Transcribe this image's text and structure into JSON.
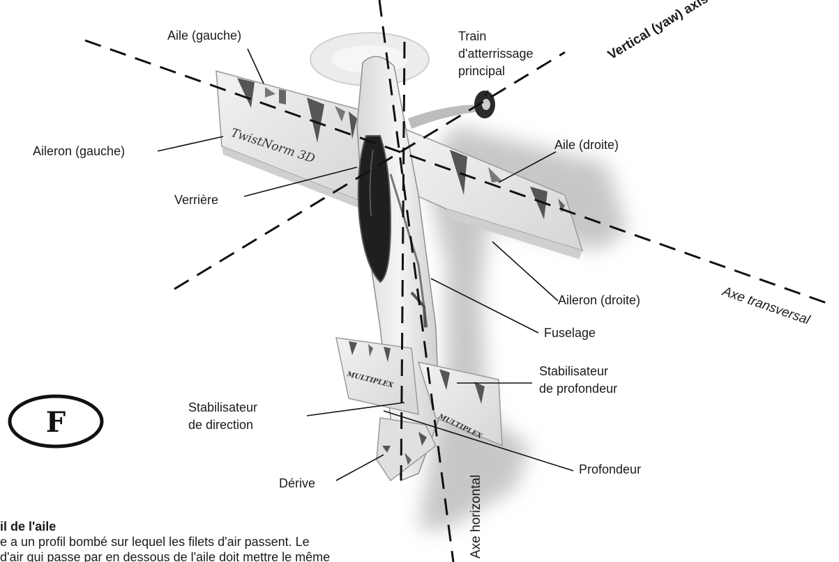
{
  "labels": {
    "aile_gauche": "Aile (gauche)",
    "train": "Train\nd'atterrissage\nprincipal",
    "aileron_gauche": "Aileron (gauche)",
    "aile_droite": "Aile (droite)",
    "verriere": "Verrière",
    "aileron_droite": "Aileron (droite)",
    "fuselage": "Fuselage",
    "stab_profondeur": "Stabilisateur\nde profondeur",
    "stab_direction": "Stabilisateur\nde direction",
    "profondeur": "Profondeur",
    "derive": "Dérive"
  },
  "axes": {
    "vertical": "Vertical (yaw)\naxis",
    "transversal": "Axe transversal",
    "horizontal": "Axe horizontal"
  },
  "plane_markings": {
    "wing_script": "TwistNorm 3D",
    "tail_brand_left": "MULTIPLEX",
    "tail_brand_right": "MULTIPLEX"
  },
  "logo": "F",
  "paragraph": {
    "heading": "il de l'aile",
    "line1": "e a un profil bombé sur lequel les filets d'air passent. Le",
    "line2": "d'air qui passe par en dessous de l'aile doit mettre le même"
  },
  "colors": {
    "ink": "#1a1a1a",
    "wing": "#e6e6e6",
    "shadow": "#bdbdbd",
    "stripe": "#5a5a5a"
  }
}
